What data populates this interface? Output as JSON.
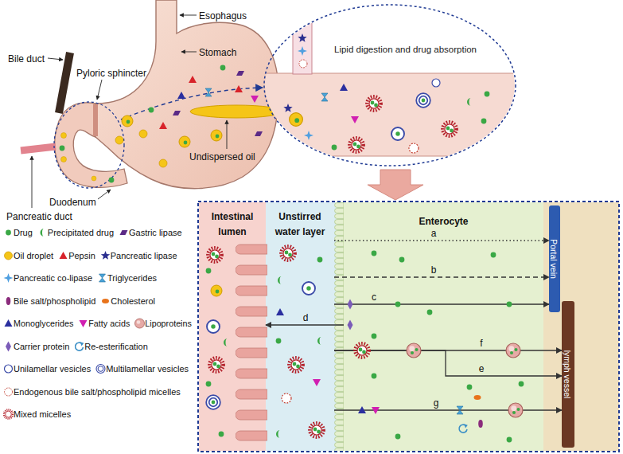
{
  "diagram": {
    "nodes": [
      {
        "text": [
          "Lipid digestion and drug absorption"
        ]
      },
      {
        "text": [
          "Intestinal lumen"
        ]
      },
      {
        "text": [
          "Unstirred water layer"
        ]
      },
      {
        "text": [
          "Enterocyte"
        ]
      },
      {
        "text": [
          "Portal vein"
        ]
      },
      {
        "text": [
          "lymph vessel"
        ]
      }
    ],
    "edges": [
      {
        "from": 2,
        "to": 4,
        "label": "a",
        "arrow": "to"
      },
      {
        "from": 2,
        "to": 4,
        "label": "b",
        "arrow": "to"
      },
      {
        "from": 2,
        "to": 4,
        "label": "c",
        "arrow": "to"
      },
      {
        "from": 3,
        "to": 1,
        "label": "d",
        "arrow": "to"
      },
      {
        "from": 2,
        "to": 5,
        "label": "e",
        "arrow": "to"
      },
      {
        "from": 2,
        "to": 5,
        "label": "f",
        "arrow": "to"
      },
      {
        "from": 2,
        "to": 5,
        "label": "g",
        "arrow": "to"
      }
    ],
    "labels": [
      "Esophagus",
      "Stomach",
      "Pyloric sphincter",
      "Bile duct",
      "Undispersed oil",
      "Pancreatic duct",
      "Duodenum"
    ],
    "legend": [
      {
        "text": "Drug"
      },
      {
        "text": "Precipitated drug"
      },
      {
        "text": "Gastric lipase"
      },
      {
        "text": "Oil droplet"
      },
      {
        "text": "Pepsin"
      },
      {
        "text": "Pancreatic lipase"
      },
      {
        "text": "Pancreatic co-lipase"
      },
      {
        "text": "Triglycerides"
      },
      {
        "text": "Bile salt/phospholipid"
      },
      {
        "text": "Cholesterol"
      },
      {
        "text": "Monoglycerides"
      },
      {
        "text": "Fatty acids"
      },
      {
        "text": "Lipoproteins"
      },
      {
        "text": "Carrier protein"
      },
      {
        "text": "Re-esterification"
      },
      {
        "text": "Unilamellar vesicles"
      },
      {
        "text": "Multilamellar vesicles"
      },
      {
        "text": "Endogenous bile salt/phospholipid micelles"
      },
      {
        "text": "Mixed micelles"
      }
    ]
  }
}
